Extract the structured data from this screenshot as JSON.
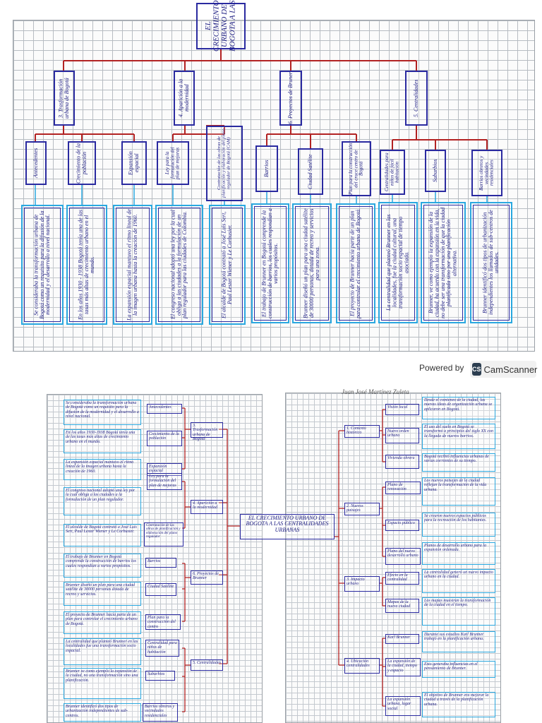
{
  "top_page": {
    "title": "EL CRECIMIENTO URBANO DE BOGOTA A LAS",
    "level1": [
      {
        "label": "3. Trasformación urbana de Bogotá"
      },
      {
        "label": "4. Aparición a la modernidad"
      },
      {
        "label": "6. Proyectos de Bruner"
      },
      {
        "label": "5. Centralidades"
      }
    ],
    "level2": [
      {
        "label": "Antecedentes"
      },
      {
        "label": "Crecimiento de la población"
      },
      {
        "label": "Expansión espacial"
      },
      {
        "label": "Ley para la formulación del plan de mejoras"
      },
      {
        "label": "Contratación de las obras de planificación y elaboración del plano regulador de Bogotá (CAM)"
      },
      {
        "label": "Barrios"
      },
      {
        "label": "Ciudad Satélite"
      },
      {
        "label": "Plan para la construcción del cruce centro de Bogotá"
      },
      {
        "label": "Centralidades para niños de fácil habitación"
      },
      {
        "label": "Suburbios"
      },
      {
        "label": "Barrios obreros y vecindades residenciales"
      }
    ],
    "level3": [
      {
        "text": "Se consideraba la transformación urbana de Bogotá como un requisito para la difusión de la modernidad y el desarrollo a nivel nacional."
      },
      {
        "text": "En los años 1930 - 1938 Bogotá tenía una de las tasas más altas de crecimiento urbano en el mundo."
      },
      {
        "text": "La expansión espacial mantuvo el ritmo lineal de la imagen urbana hasta la creación de 1960."
      },
      {
        "text": "El congreso nacional adoptó una ley por la cual obliga a las ciudades a la formulación de un plan regulador para las ciudades de Colombia."
      },
      {
        "text": "El alcalde de Bogotá contrató a José Luis Sert, Paul Lester Wiener y Le Corbusier."
      },
      {
        "text": "El trabajo de Brunner en Bogotá comprende la construcción de barrios, los cuales respondían a varios propósitos."
      },
      {
        "text": "Brunner diseñó un plan para una ciudad satélite de 30000 personas, dotada de recreo y servicios para una zona."
      },
      {
        "text": "El proyecto de Brunner hacía parte de un plan para controlar el crecimiento urbano de Bogotá."
      },
      {
        "text": "La centralidad que planteó Brunner en las localidades, fue la ciudad cultural, una transformación socio espacial de tiempo asociada."
      },
      {
        "text": "Brunner, ve como ejemplo la expansión de la ciudad, ha acuerdo con la expansión en la vida, no debe ser una transformación de que la ciudad planificada sino por una planificación alternativa."
      },
      {
        "text": "Brunner identificó dos tipos de urbanización independientes los llamados de sub-centros de unidades."
      }
    ]
  },
  "scanner": {
    "powered_label": "Powered by",
    "brand_badge": "CS",
    "brand_name": "CamScanner"
  },
  "bottom_left": {
    "center_title": "EL CRECIMIENTO URBANO DE BOGOTA A LAS CENTRALIDADES URBANAS",
    "level1": [
      {
        "label": "3. Trasformación urbana de Bogotá"
      },
      {
        "label": "4. Aparición a la modernidad"
      },
      {
        "label": "6. Proyectos de Brunner"
      },
      {
        "label": "5. Centralidades"
      }
    ],
    "level2": [
      {
        "label": "Antecedentes"
      },
      {
        "label": "Crecimiento de la población"
      },
      {
        "label": "Expansión espacial"
      },
      {
        "label": "Ley para la formulación del plan de mejoras"
      },
      {
        "label": "Contratación de las obras de planificación y elaboración del plano regulador"
      },
      {
        "label": "Barrios"
      },
      {
        "label": "Ciudad Satélite"
      },
      {
        "label": "Plan para la construcción del centro"
      },
      {
        "label": "Centralidad para niños de habitación"
      },
      {
        "label": "Suburbios"
      },
      {
        "label": "Barrios obreros y vecindades residenciales"
      }
    ],
    "level3": [
      {
        "text": "Se consideraba la transformación urbana de Bogotá como un requisito para la difusión de la modernidad y el desarrollo a nivel nacional."
      },
      {
        "text": "En los años 1930-1938 Bogotá tenía una de las tasas más altas de crecimiento urbano en el mundo."
      },
      {
        "text": "La expansión espacial mantuvo el ritmo lineal de la imagen urbana hasta la creación de 1960."
      },
      {
        "text": "El congreso nacional adoptó una ley por la cual obliga a las ciudades a la formulación de un plan regulador."
      },
      {
        "text": "El alcalde de Bogotá contrató a José Luis Sert, Paul Lester Wiener y Le Corbusier."
      },
      {
        "text": "El trabajo de Brunner en Bogotá comprende la construcción de barrios los cuales respondían a varios propósitos."
      },
      {
        "text": "Brunner diseñó un plan para una ciudad satélite de 30000 personas dotada de recreo y servicios."
      },
      {
        "text": "El proyecto de Brunner hacía parte de un plan para controlar el crecimiento urbano de Bogotá."
      },
      {
        "text": "La centralidad que planteó Brunner en las localidades fue una transformación socio espacial."
      },
      {
        "text": "Brunner ve como ejemplo la expansión de la ciudad, no una transformación sino una planificación."
      },
      {
        "text": "Brunner identificó dos tipos de urbanización independientes de sub-centros."
      }
    ]
  },
  "bottom_right": {
    "author": "Juan José Martínez Zuleta",
    "level1": [
      {
        "label": "1. Contexto histórico"
      },
      {
        "label": "2. Nuevos paisajes"
      },
      {
        "label": "3. Impacto urbano"
      },
      {
        "label": "4. Ubicación centralidades"
      }
    ],
    "level2": [
      {
        "label": "Visión local"
      },
      {
        "label": "Nuevo orden urbano"
      },
      {
        "label": "Vivienda obrera"
      },
      {
        "label": "Plano de renovación"
      },
      {
        "label": "Espacio público"
      },
      {
        "label": "Plano del nuevo desarrollo urbano"
      },
      {
        "label": "Efecto en la centralidad"
      },
      {
        "label": "Mapas de la nueva ciudad"
      },
      {
        "label": "Karl Brunner"
      },
      {
        "label": "La expansión de la ciudad, tiempo y espacio"
      },
      {
        "label": "La expansión urbana, lugar social"
      }
    ],
    "level3": [
      {
        "text": "Desde el comienzo de la ciudad, las nuevas ideas de organización urbana se aplicaron en Bogotá."
      },
      {
        "text": "El uso del suelo en Bogotá se transformó a principios del siglo XX con la llegada de nuevos barrios."
      },
      {
        "text": "Bogotá recibió influencias urbanas de varias corrientes de su tiempo."
      },
      {
        "text": "Los nuevos paisajes de la ciudad reflejan la transformación de la vida urbana."
      },
      {
        "text": "Se crearon nuevos espacios públicos para la recreación de los habitantes."
      },
      {
        "text": "Planos de desarrollo urbano para la expansión ordenada."
      },
      {
        "text": "La centralidad generó un nuevo impacto urbano en la ciudad."
      },
      {
        "text": "Los mapas muestran la transformación de la ciudad en el tiempo."
      },
      {
        "text": "Durante sus estudios Karl Brunner trabajó en la planificación urbana."
      },
      {
        "text": "Esto generaba influencias en el pensamiento de Brunner."
      },
      {
        "text": "El objetivo de Brunner era mejorar la ciudad a través de la planificación urbana."
      }
    ]
  }
}
